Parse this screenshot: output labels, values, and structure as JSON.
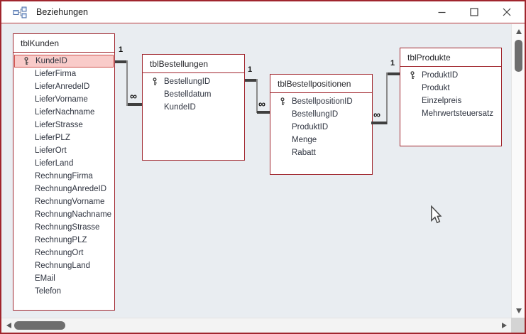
{
  "window": {
    "title": "Beziehungen"
  },
  "icons": {
    "app_icon": "relationships-diagram",
    "primary_key": "key",
    "minimize": "minimize-dash",
    "maximize": "maximize-square",
    "close": "close-x"
  },
  "colors": {
    "window_border": "#A0252D",
    "table_border": "#A0252D",
    "canvas_bg": "#E9EDF1",
    "titlebar_bg": "#FFFFFF",
    "selected_field_bg": "#F9CBC9",
    "selected_field_border": "#CF4E49",
    "relationship_line": "#3F3F3F"
  },
  "tables": [
    {
      "name": "tblKunden",
      "fields": [
        {
          "label": "KundeID",
          "key": true,
          "selected": true
        },
        {
          "label": "LieferFirma"
        },
        {
          "label": "LieferAnredeID"
        },
        {
          "label": "LieferVorname"
        },
        {
          "label": "LieferNachname"
        },
        {
          "label": "LieferStrasse"
        },
        {
          "label": "LieferPLZ"
        },
        {
          "label": "LieferOrt"
        },
        {
          "label": "LieferLand"
        },
        {
          "label": "RechnungFirma"
        },
        {
          "label": "RechnungAnredeID"
        },
        {
          "label": "RechnungVorname"
        },
        {
          "label": "RechnungNachname"
        },
        {
          "label": "RechnungStrasse"
        },
        {
          "label": "RechnungPLZ"
        },
        {
          "label": "RechnungOrt"
        },
        {
          "label": "RechnungLand"
        },
        {
          "label": "EMail"
        },
        {
          "label": "Telefon"
        }
      ]
    },
    {
      "name": "tblBestellungen",
      "fields": [
        {
          "label": "BestellungID",
          "key": true
        },
        {
          "label": "Bestelldatum"
        },
        {
          "label": "KundeID"
        }
      ]
    },
    {
      "name": "tblBestellpositionen",
      "fields": [
        {
          "label": "BestellpositionID",
          "key": true
        },
        {
          "label": "BestellungID"
        },
        {
          "label": "ProduktID"
        },
        {
          "label": "Menge"
        },
        {
          "label": "Rabatt"
        }
      ]
    },
    {
      "name": "tblProdukte",
      "fields": [
        {
          "label": "ProduktID",
          "key": true
        },
        {
          "label": "Produkt"
        },
        {
          "label": "Einzelpreis"
        },
        {
          "label": "Mehrwertsteuersatz"
        }
      ]
    }
  ],
  "relationships": [
    {
      "from": "tblKunden",
      "from_field": "KundeID",
      "to": "tblBestellungen",
      "to_field": "KundeID",
      "one_label": "1",
      "many_label": "∞"
    },
    {
      "from": "tblBestellungen",
      "from_field": "BestellungID",
      "to": "tblBestellpositionen",
      "to_field": "BestellungID",
      "one_label": "1",
      "many_label": "∞"
    },
    {
      "from": "tblProdukte",
      "from_field": "ProduktID",
      "to": "tblBestellpositionen",
      "to_field": "ProduktID",
      "one_label": "1",
      "many_label": "∞"
    }
  ]
}
